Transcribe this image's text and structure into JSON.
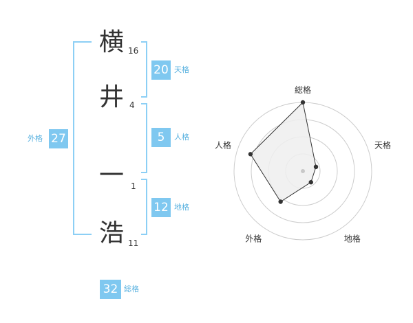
{
  "name": {
    "characters": [
      {
        "char": "横",
        "strokes": "16"
      },
      {
        "char": "井",
        "strokes": "4"
      },
      {
        "char": "一",
        "strokes": "1"
      },
      {
        "char": "浩",
        "strokes": "11"
      }
    ]
  },
  "kaku": {
    "ten": {
      "value": "20",
      "label": "天格"
    },
    "jin": {
      "value": "5",
      "label": "人格"
    },
    "chi": {
      "value": "12",
      "label": "地格"
    },
    "gai": {
      "value": "27",
      "label": "外格"
    },
    "so": {
      "value": "32",
      "label": "総格"
    }
  },
  "radar": {
    "axes": [
      "総格",
      "天格",
      "地格",
      "外格",
      "人格"
    ],
    "levels": 4,
    "values": [
      1.0,
      0.2,
      0.2,
      0.55,
      0.8
    ],
    "colors": {
      "fill": "#efefef",
      "line": "#333333",
      "grid": "#cccccc",
      "center": "#c8c8c8"
    }
  },
  "colors": {
    "accent": "#7fc8f0",
    "bracket": "#8ccff5",
    "label": "#5ab2e0"
  }
}
